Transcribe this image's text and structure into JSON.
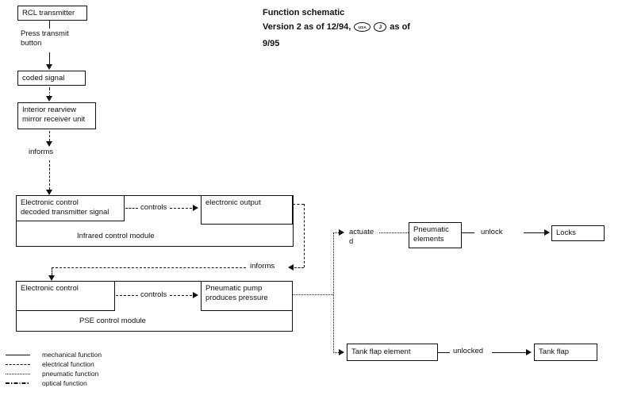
{
  "header": {
    "title": "Function schematic",
    "version_prefix": "Version 2 as of 12/94,",
    "badges": {
      "usa": "USA",
      "japan": "J"
    },
    "version_suffix": "as of",
    "version_line2": "9/95"
  },
  "flow": {
    "rcl_transmitter": "RCL transmitter",
    "press_transmit": "Press transmit\nbutton",
    "coded_signal": "coded signal",
    "mirror_receiver": "Interior rearview\nmirror receiver unit",
    "informs_top": "informs",
    "ir_module": {
      "electronic_control": "Electronic control\ndecoded transmitter signal",
      "controls": "controls",
      "electronic_output": "electronic output",
      "label": "Infrared control module"
    },
    "informs_feedback": "informs",
    "pse_module": {
      "electronic_control": "Electronic control",
      "controls": "controls",
      "pneumatic_pump": "Pneumatic pump\nproduces pressure",
      "label": "PSE control module"
    },
    "actuated": "actuate\nd",
    "pneumatic_elements": "Pneumatic\nelements",
    "unlock": "unlock",
    "locks": "Locks",
    "tank_flap_element": "Tank flap element",
    "unlocked": "unlocked",
    "tank_flap": "Tank flap"
  },
  "legend": {
    "items": [
      {
        "style": "solid",
        "label": "mechanical function"
      },
      {
        "style": "dashed",
        "label": "electrical function"
      },
      {
        "style": "dotted",
        "label": "pneumatic function"
      },
      {
        "style": "dashdot",
        "label": "optical function"
      }
    ]
  },
  "colors": {
    "ink": "#111111",
    "background": "#ffffff"
  }
}
